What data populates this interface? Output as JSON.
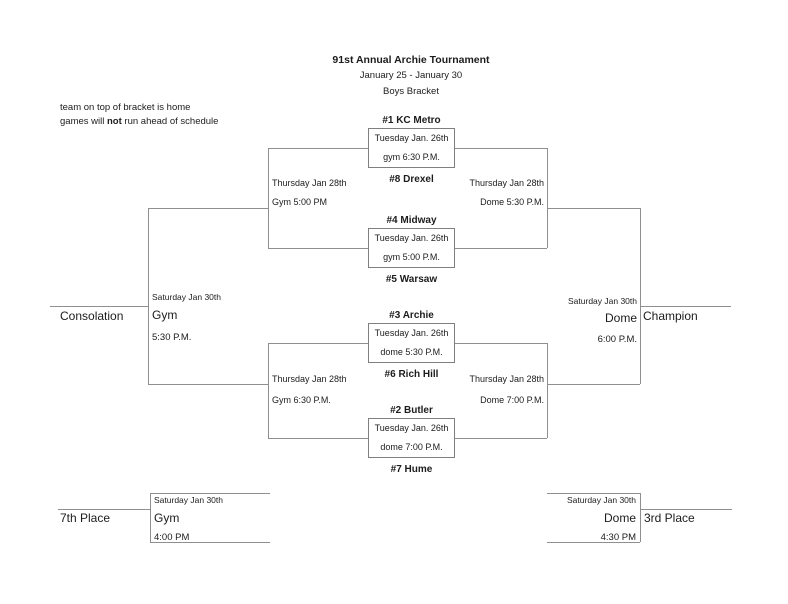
{
  "header": {
    "title": "91st Annual Archie Tournament",
    "dates": "January 25 - January 30",
    "subtitle": "Boys Bracket"
  },
  "notes": {
    "line1": "team on top of bracket is home",
    "line2_prefix": "games will ",
    "line2_bold": "not",
    "line2_suffix": " run ahead of schedule"
  },
  "games": [
    {
      "team_top": "#1 KC Metro",
      "date": "Tuesday Jan. 26th",
      "time": "gym 6:30 P.M.",
      "team_bottom": "#8 Drexel"
    },
    {
      "team_top": "#4 Midway",
      "date": "Tuesday Jan. 26th",
      "time": "gym 5:00 P.M.",
      "team_bottom": "#5 Warsaw"
    },
    {
      "team_top": "#3 Archie",
      "date": "Tuesday Jan. 26th",
      "time": "dome 5:30 P.M.",
      "team_bottom": "#6 Rich Hill"
    },
    {
      "team_top": "#2 Butler",
      "date": "Tuesday Jan. 26th",
      "time": "dome 7:00 P.M.",
      "team_bottom": "#7 Hume"
    }
  ],
  "semifinals": {
    "left_top": {
      "date": "Thursday Jan 28th",
      "venue_time": "Gym 5:00 PM"
    },
    "left_bottom": {
      "date": "Thursday Jan 28th",
      "venue_time": "Gym 6:30 P.M."
    },
    "right_top": {
      "date": "Thursday Jan 28th",
      "venue_time": "Dome 5:30 P.M."
    },
    "right_bottom": {
      "date": "Thursday Jan 28th",
      "venue_time": "Dome 7:00 P.M."
    }
  },
  "finals": {
    "consolation": {
      "label": "Consolation",
      "date": "Saturday Jan 30th",
      "venue": "Gym",
      "time": "5:30 P.M."
    },
    "champion": {
      "label": "Champion",
      "date": "Saturday Jan 30th",
      "venue": "Dome",
      "time": "6:00 P.M."
    },
    "seventh": {
      "label": "7th Place",
      "date": "Saturday Jan 30th",
      "venue": "Gym",
      "time": "4:00 PM"
    },
    "third": {
      "label": "3rd Place",
      "date": "Saturday Jan 30th",
      "venue": "Dome",
      "time": "4:30 PM"
    }
  },
  "colors": {
    "line": "#8f8f8f",
    "box_border": "#7f7f7f",
    "text": "#1c1c1c",
    "background": "#ffffff"
  }
}
